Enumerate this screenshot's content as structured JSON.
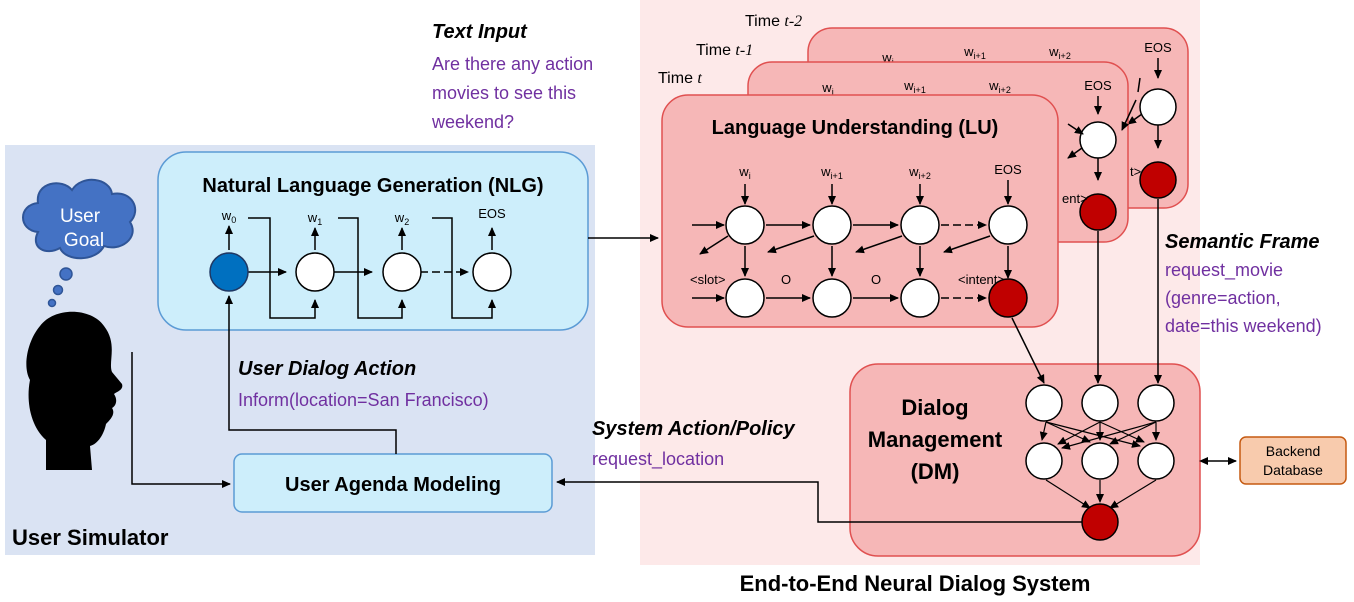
{
  "user_simulator": {
    "label": "User Simulator",
    "goal_bubble": [
      "User",
      "Goal"
    ]
  },
  "nlg": {
    "title": "Natural Language Generation (NLG)",
    "outputs": [
      {
        "base": "w",
        "sub": "0"
      },
      {
        "base": "w",
        "sub": "1"
      },
      {
        "base": "w",
        "sub": "2"
      },
      {
        "base": "EOS",
        "sub": ""
      }
    ]
  },
  "text_input": {
    "heading": "Text Input",
    "lines": [
      "Are there any action",
      "movies to see this",
      "weekend?"
    ]
  },
  "lu": {
    "title": "Language Understanding (LU)",
    "inputs": [
      {
        "base": "w",
        "sub": "i"
      },
      {
        "base": "w",
        "sub": "i+1"
      },
      {
        "base": "w",
        "sub": "i+2"
      },
      {
        "base": "EOS",
        "sub": ""
      }
    ],
    "tags": [
      "<slot>",
      "O",
      "O",
      "<intent>"
    ],
    "time_labels": [
      {
        "text": "Time ",
        "var": "t"
      },
      {
        "text": "Time ",
        "var": "t-1"
      },
      {
        "text": "Time ",
        "var": "t-2"
      }
    ],
    "back_partial_tags": [
      "ent>",
      "t>"
    ]
  },
  "semantic_frame": {
    "heading": "Semantic Frame",
    "lines": [
      "request_movie",
      "(genre=action,",
      "date=this weekend)"
    ]
  },
  "user_dialog_action": {
    "heading": "User Dialog Action",
    "value": "Inform(location=San Francisco)"
  },
  "system_action": {
    "heading": "System Action/Policy",
    "value": "request_location"
  },
  "agenda": {
    "title": "User Agenda Modeling"
  },
  "dm": {
    "title_lines": [
      "Dialog",
      "Management",
      "(DM)"
    ]
  },
  "backend": {
    "lines": [
      "Backend",
      "Database"
    ]
  },
  "system_label": "End-to-End Neural Dialog System",
  "colors": {
    "user_sim_bg": "#dae3f3",
    "system_bg": "#fde9e9",
    "box_blue": "#cdeefb",
    "box_blue_border": "#5b9bd5",
    "box_red": "#f6b7b7",
    "box_red_border": "#e05050",
    "node_dark_red": "#c00000",
    "node_blue": "#0070c0",
    "bubble_blue": "#4472c4",
    "purple_text": "#7030a0",
    "backend_fill": "#f8cbad",
    "backend_border": "#c55a11"
  }
}
